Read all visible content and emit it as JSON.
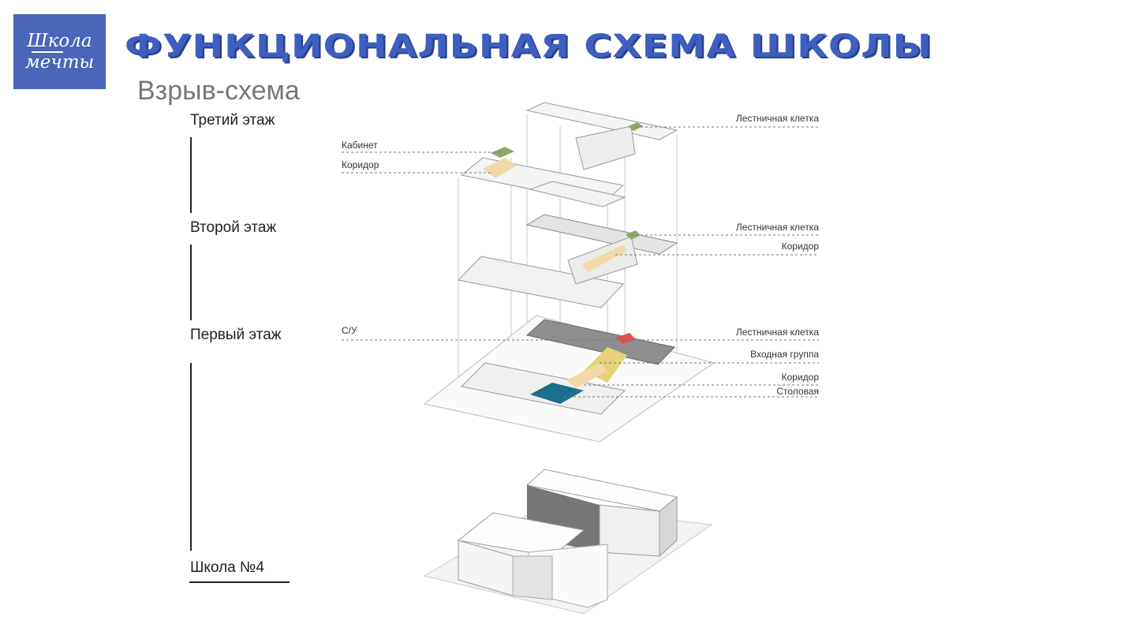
{
  "logo": {
    "line1": "Школа",
    "line2": "мечты"
  },
  "header": {
    "title": "Функциональная схема школы",
    "subtitle": "Взрыв-схема"
  },
  "floors": {
    "third": "Третий этаж",
    "second": "Второй этаж",
    "first": "Первый этаж",
    "school": "Школа №4"
  },
  "callouts": {
    "third_stair": "Лестничная клетка",
    "third_cabinet": "Кабинет",
    "third_corridor": "Коридор",
    "second_stair": "Лестничная клетка",
    "second_corridor": "Коридор",
    "first_wc": "С/У",
    "first_stair": "Лестничная клетка",
    "first_entrance": "Входная группа",
    "first_corridor": "Коридор",
    "first_canteen": "Столовая"
  },
  "colors": {
    "brand": "#4a66b8",
    "title": "#3d5fbf",
    "cabinet": "#8fa86a",
    "corridor": "#f2d9a8",
    "entrance": "#e8d27a",
    "stair": "#e05050",
    "canteen": "#1c6f8c"
  }
}
